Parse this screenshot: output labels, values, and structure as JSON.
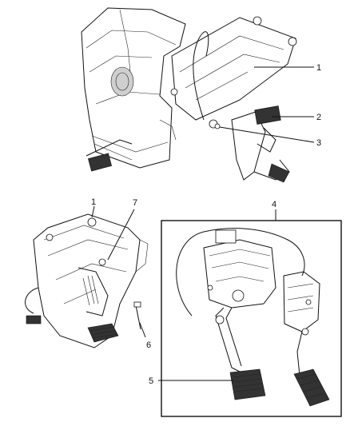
{
  "callouts": {
    "c1_top": "1",
    "c2": "2",
    "c3": "3",
    "c1_left": "1",
    "c7": "7",
    "c4": "4",
    "c6": "6",
    "c5": "5"
  },
  "icons": {
    "top_view": "pedal-bracket-assembly-installed-illustration",
    "left_view": "pedal-bracket-detail-illustration",
    "inset_view": "pedal-assembly-inset-illustration"
  }
}
